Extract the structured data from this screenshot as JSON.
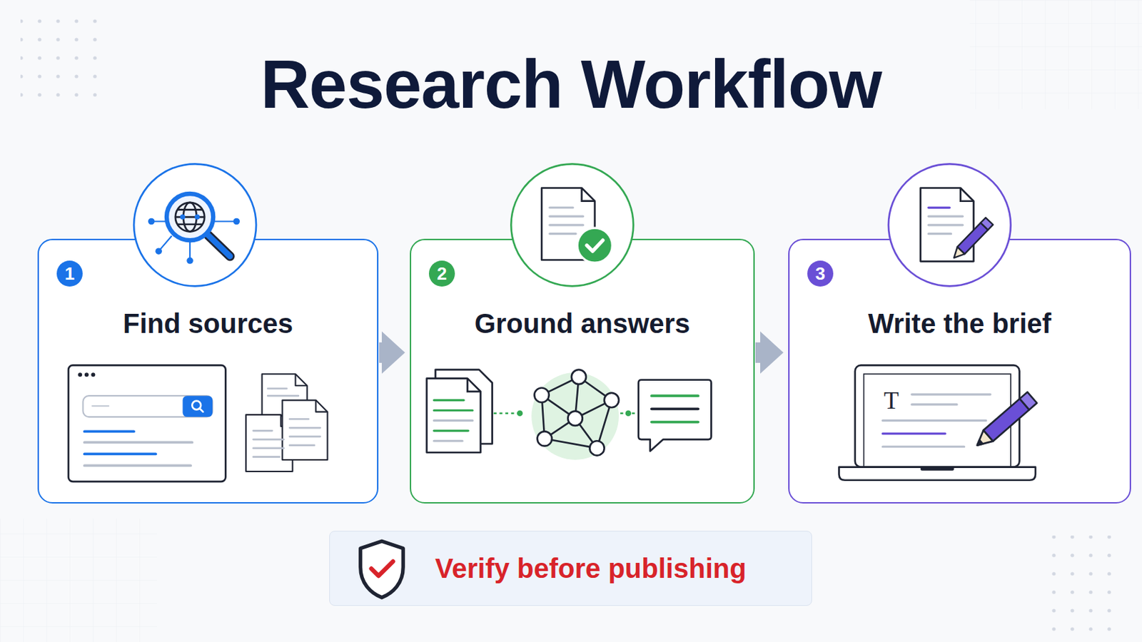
{
  "diagram": {
    "title": "Research Workflow",
    "nodes": [
      {
        "text": [
          "Find sources"
        ]
      },
      {
        "text": [
          "Ground answers"
        ]
      },
      {
        "text": [
          "Write the brief"
        ]
      },
      {
        "text": [
          "Verify before publishing"
        ]
      }
    ],
    "edges": [
      {
        "from": 0,
        "to": 1,
        "arrow": "to"
      },
      {
        "from": 1,
        "to": 2,
        "arrow": "to"
      }
    ],
    "labels": [
      "1",
      "2",
      "3",
      "T"
    ]
  }
}
